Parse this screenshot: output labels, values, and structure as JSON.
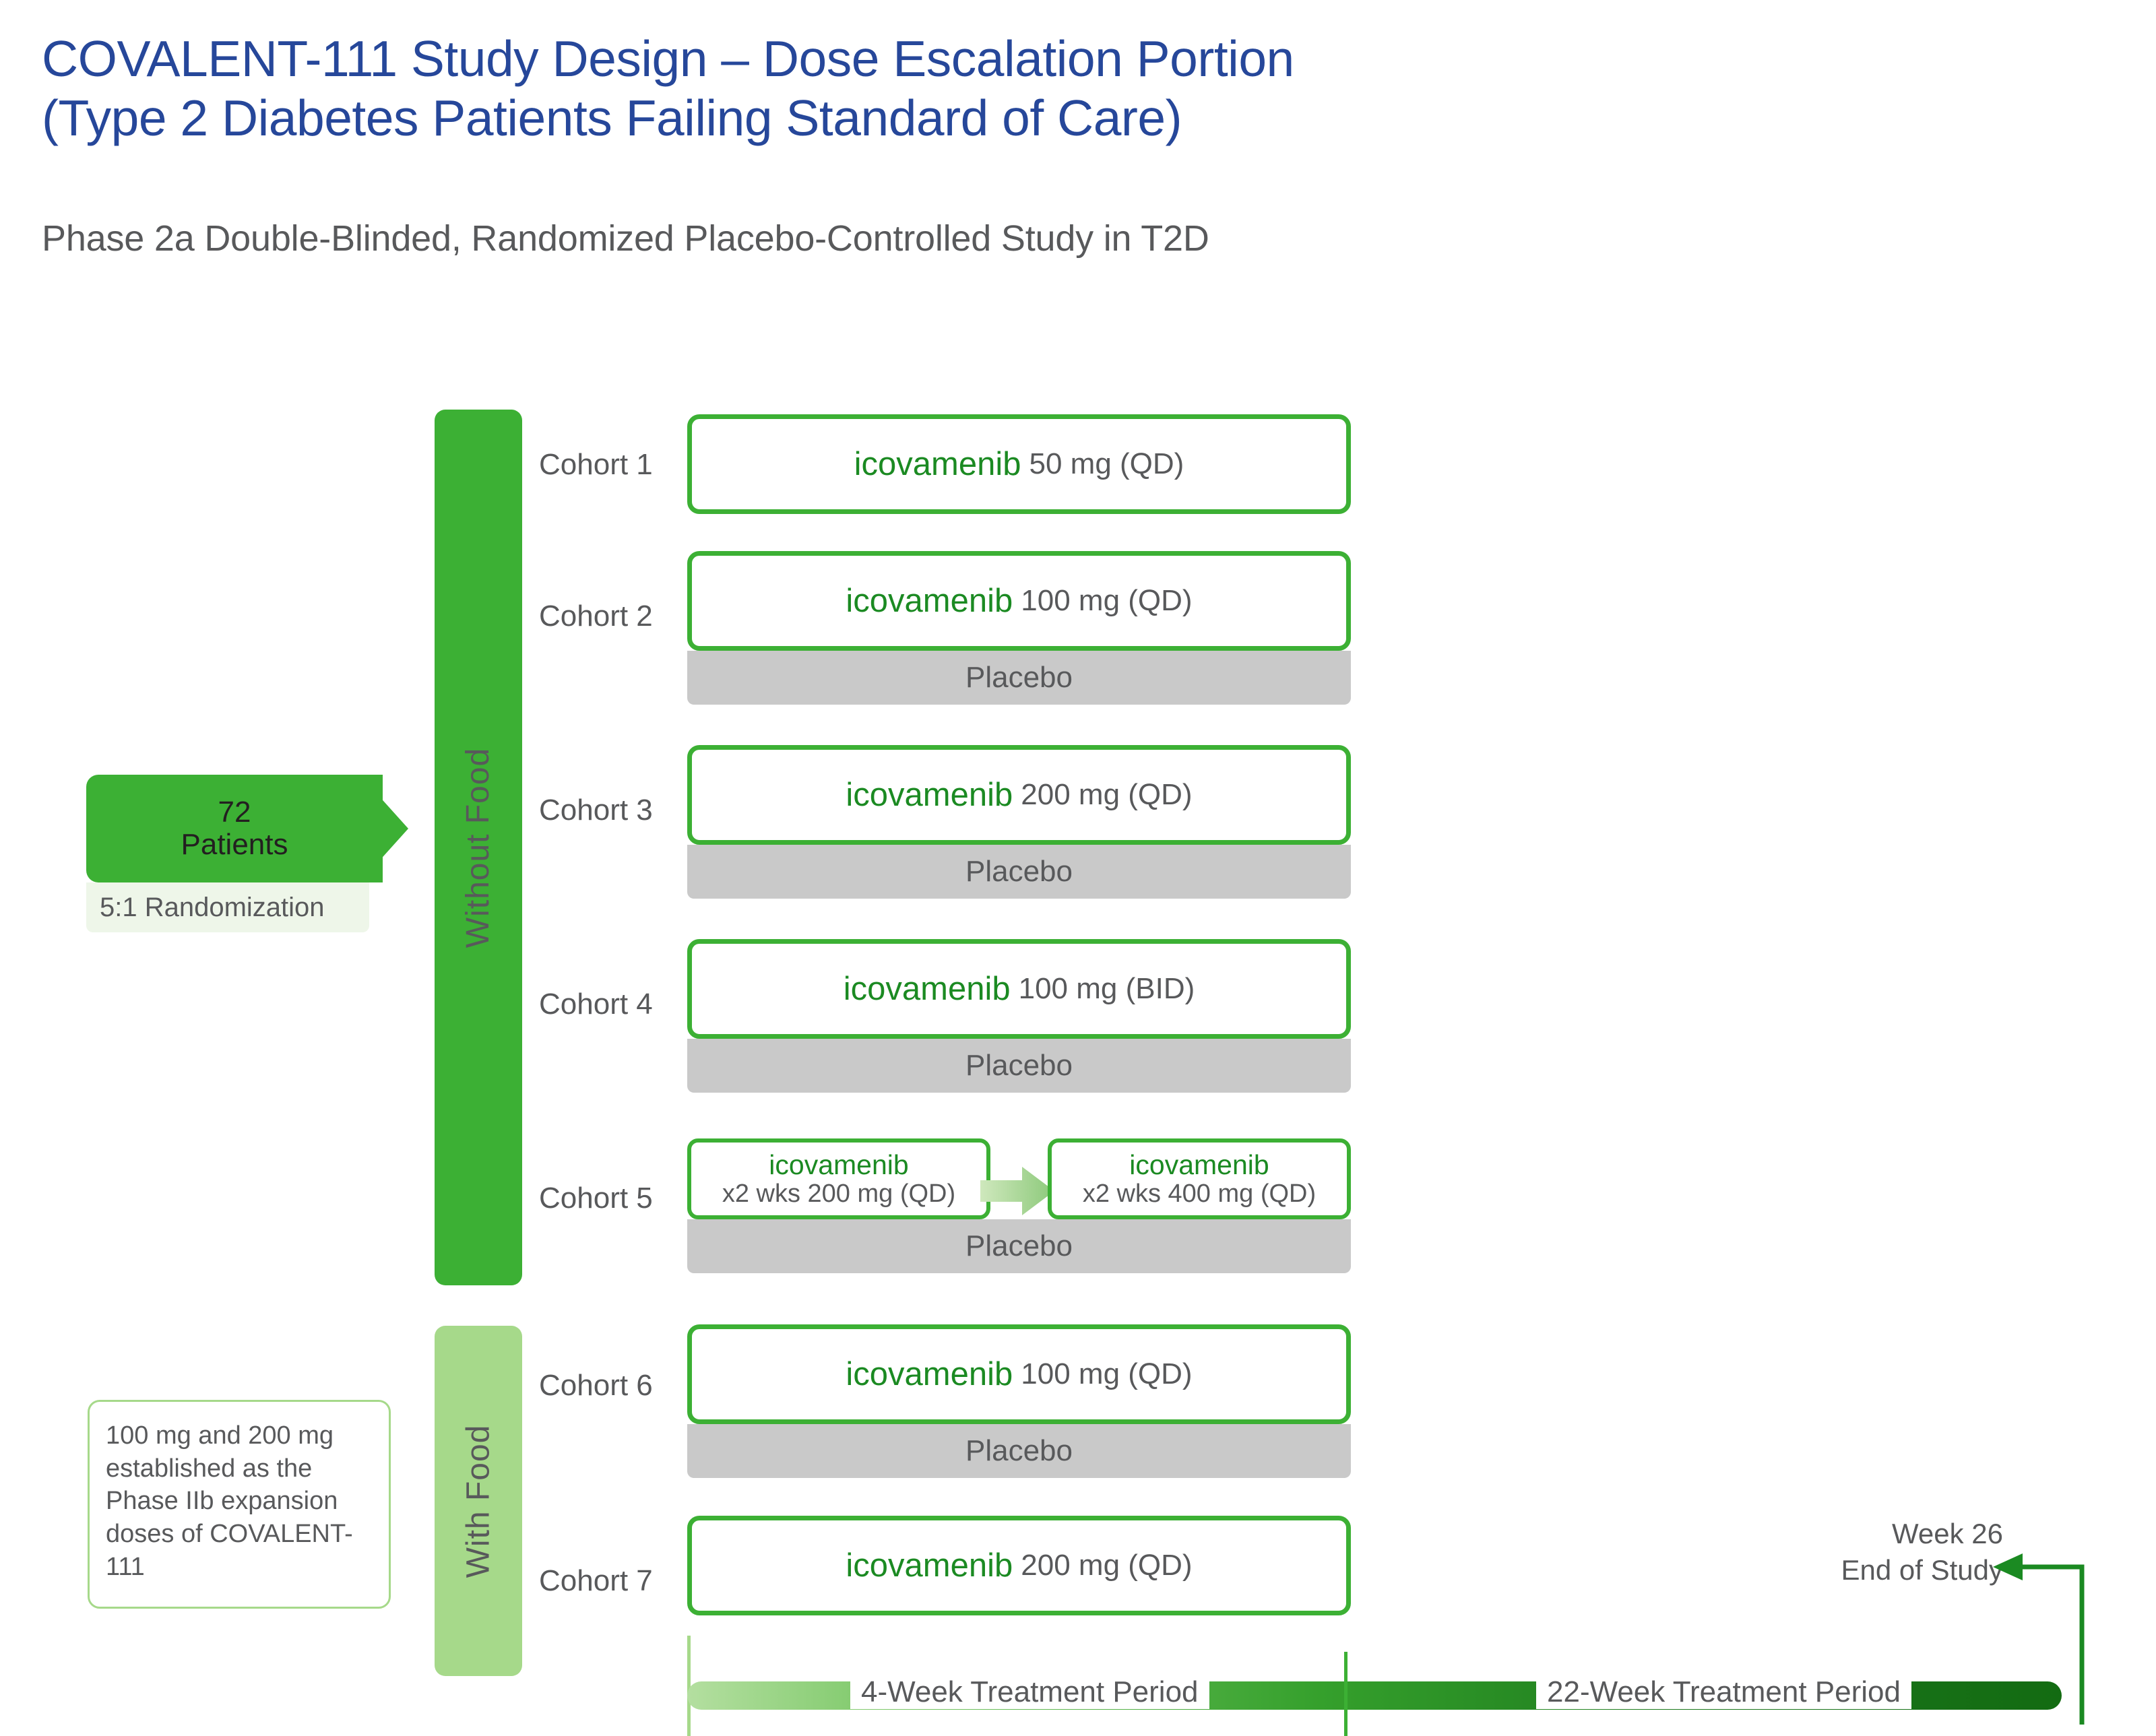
{
  "header": {
    "title": "COVALENT-111 Study Design – Dose Escalation Portion\n(Type 2 Diabetes Patients Failing Standard of Care)",
    "subtitle": "Phase 2a Double-Blinded, Randomized Placebo-Controlled Study in T2D",
    "title_color": "#26479a",
    "subtitle_color": "#58595b"
  },
  "enrollment": {
    "count_label": "72\nPatients",
    "randomization_label": "5:1 Randomization",
    "chevron_color": "#3cb034",
    "randomization_bg": "#eef6e9"
  },
  "footnote": {
    "text": "100 mg and 200 mg established as the Phase IIb expansion doses of COVALENT- 111",
    "border_color": "#a6d98a"
  },
  "food_groups": [
    {
      "label": "Without Food",
      "color": "#3cb034"
    },
    {
      "label": "With Food",
      "color": "#a6d98a"
    }
  ],
  "placebo_label": "Placebo",
  "cohorts": [
    {
      "name": "Cohort 1",
      "drug": "icovamenib",
      "dose": "50 mg (QD)",
      "placebo": false
    },
    {
      "name": "Cohort 2",
      "drug": "icovamenib",
      "dose": "100 mg (QD)",
      "placebo": true
    },
    {
      "name": "Cohort 3",
      "drug": "icovamenib",
      "dose": "200 mg (QD)",
      "placebo": true
    },
    {
      "name": "Cohort 4",
      "drug": "icovamenib",
      "dose": "100 mg (BID)",
      "placebo": true
    },
    {
      "name": "Cohort 5",
      "placebo": true,
      "stages": [
        {
          "drug": "icovamenib",
          "dose": "x2 wks 200 mg (QD)"
        },
        {
          "drug": "icovamenib",
          "dose": "x2 wks 400 mg (QD)"
        }
      ]
    },
    {
      "name": "Cohort 6",
      "drug": "icovamenib",
      "dose": "100 mg (QD)",
      "placebo": true
    },
    {
      "name": "Cohort 7",
      "drug": "icovamenib",
      "dose": "200 mg (QD)",
      "placebo": false
    }
  ],
  "timeline": {
    "period_1": "4-Week Treatment Period",
    "period_2": "22-Week Treatment Period",
    "end_label": "Week 26\nEnd of Study",
    "gradient_start": "#b4dfa0",
    "gradient_end": "#136b12"
  },
  "colors": {
    "brand_green": "#3cb034",
    "drug_green": "#1b8a22",
    "text_gray": "#58595b",
    "placebo_gray": "#c9c9c9",
    "title_blue": "#26479a"
  }
}
